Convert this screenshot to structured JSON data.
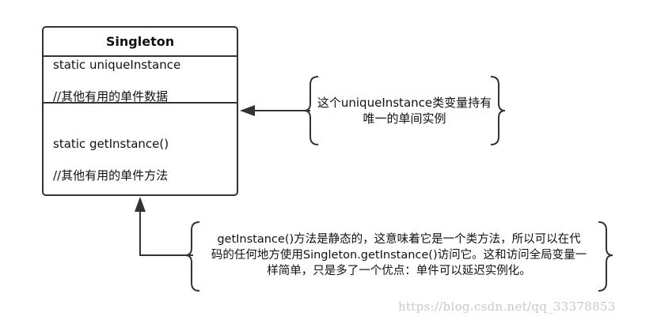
{
  "uml_class": {
    "name": "Singleton",
    "attributes": [
      "static uniqueInstance",
      "//其他有用的单件数据"
    ],
    "methods": [
      "static getInstance()",
      "//其他有用的单件方法"
    ]
  },
  "notes": [
    {
      "id": "instance-note",
      "lines": [
        "这个uniqueInstance类变量持有",
        "唯一的单间实例"
      ]
    },
    {
      "id": "method-note",
      "lines": [
        "getInstance()方法是静态的，这意味着它是一个类方法，所以可以在代",
        "码的任何地方使用Singleton.getInstance()访问它。这和访问全局变量一",
        "样简单，只是多了一个优点：单件可以延迟实例化。"
      ]
    }
  ],
  "watermark": "https://blog.csdn.net/qq_33378853",
  "colors": {
    "stroke": "#333333",
    "text": "#111111",
    "watermark": "#c8c8c8",
    "background": "#ffffff"
  }
}
